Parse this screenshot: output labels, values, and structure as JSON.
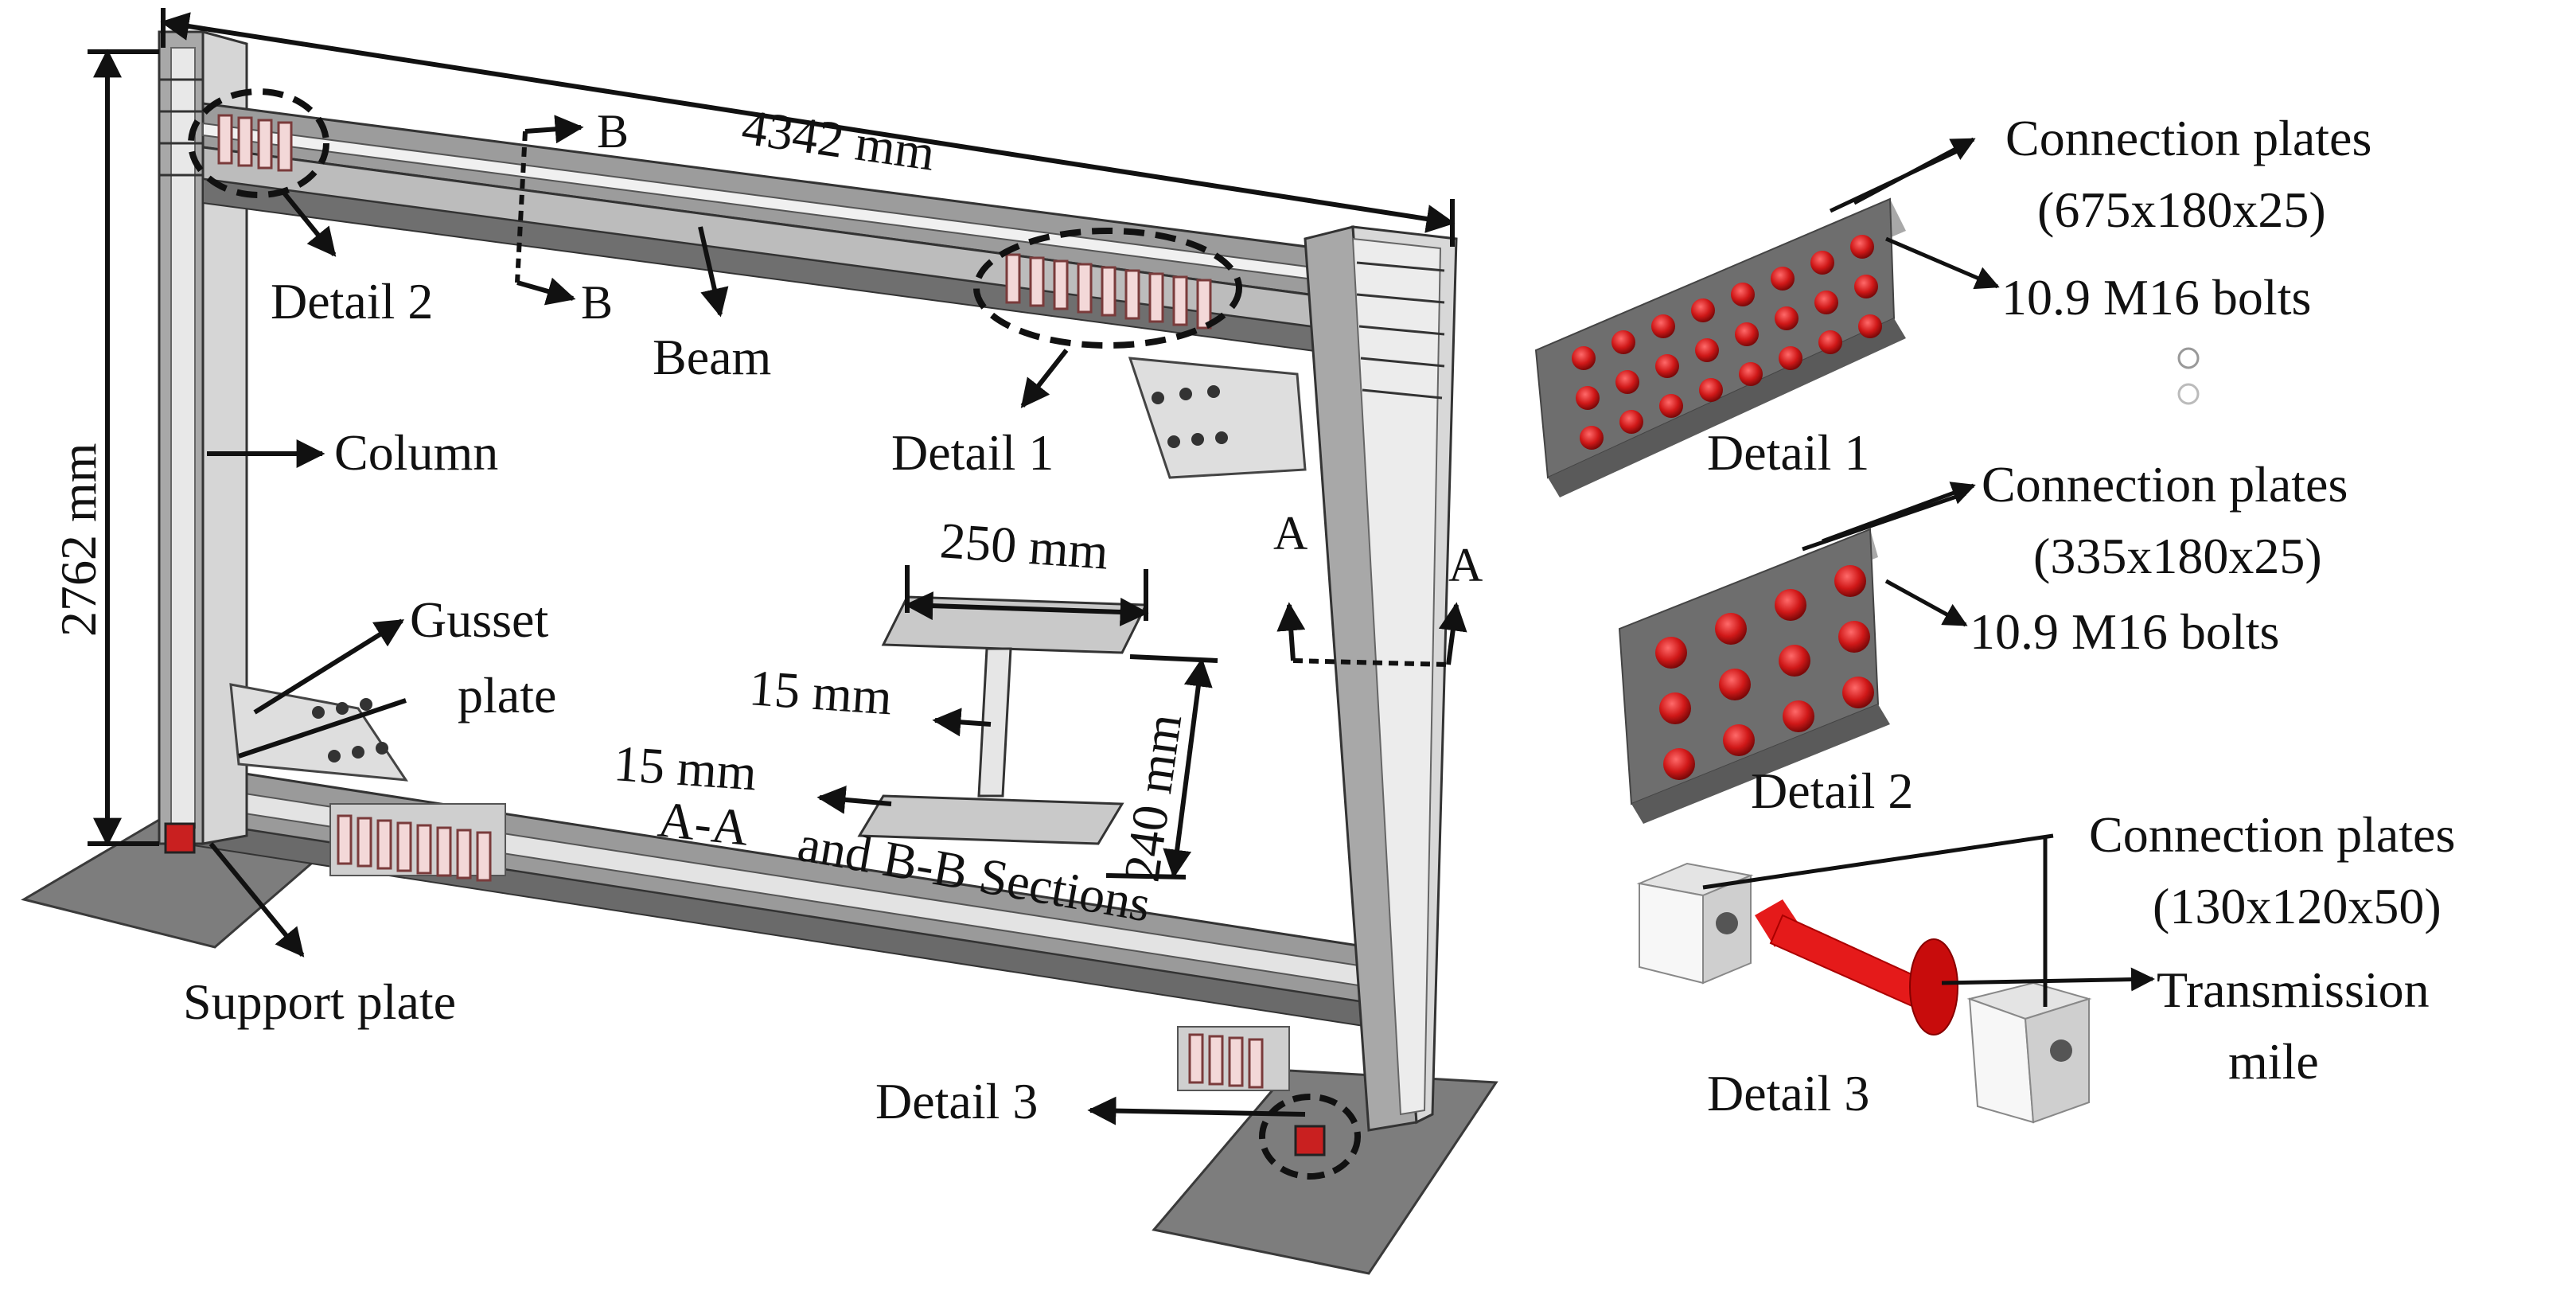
{
  "labels": {
    "span": "4342 mm",
    "height": "2762 mm",
    "beam": "Beam",
    "column": "Column",
    "gusset_1": "Gusset",
    "gusset_2": "plate",
    "support_plate": "Support plate",
    "detail_1": "Detail 1",
    "detail_2": "Detail 2",
    "detail_3": "Detail 3",
    "section_a": "A",
    "section_b": "B",
    "flange_width": "250 mm",
    "web_thickness": "15 mm",
    "flange_thickness": "15 mm",
    "section_depth": "240 mm",
    "section_caption_1": "A-A",
    "section_caption_2": "and B-B Sections"
  },
  "details": {
    "d1": {
      "title": "Detail 1",
      "plates_label": "Connection plates",
      "plates_dims": "(675x180x25)",
      "bolts": "10.9 M16 bolts"
    },
    "d2": {
      "title": "Detail 2",
      "plates_label": "Connection plates",
      "plates_dims": "(335x180x25)",
      "bolts": "10.9 M16 bolts"
    },
    "d3": {
      "title": "Detail 3",
      "plates_label": "Connection plates",
      "plates_dims": "(130x120x50)",
      "pin_1": "Transmission",
      "pin_2": "mile"
    }
  },
  "colors": {
    "steel_light": "#d4d4d4",
    "steel_mid": "#9a9a9a",
    "steel_dark": "#555555",
    "plate_face": "#6d6d6d",
    "bolt_red": "#d01818",
    "bolt_row": "#f2d4d4",
    "ink": "#111111"
  }
}
